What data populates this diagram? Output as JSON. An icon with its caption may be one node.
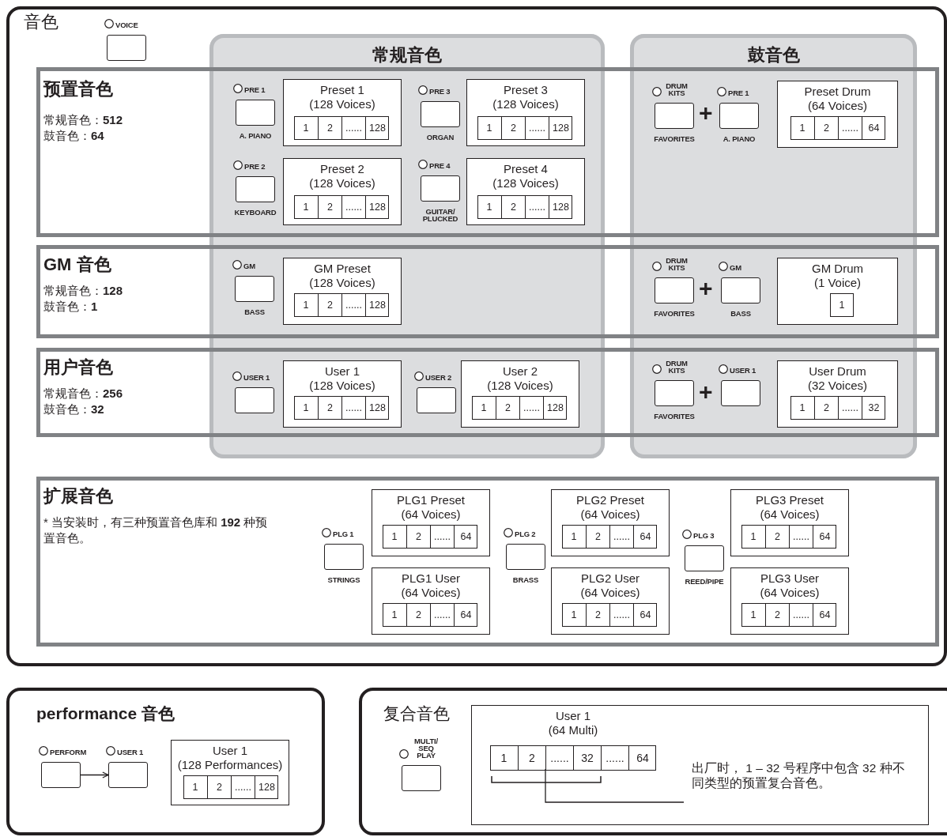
{
  "diagram": {
    "nodes": [
      {
        "text": [
          "音色"
        ]
      },
      {
        "text": [],
        "shape": "box",
        "in": 0,
        "beside": [
          "VOICE"
        ]
      },
      {
        "text": [
          "常规音色"
        ],
        "in": 0
      },
      {
        "text": [
          "鼓音色"
        ],
        "in": 0
      },
      {
        "text": [
          "预置音色",
          "常规音色：**512**",
          "鼓音色：**64**"
        ],
        "in": 0
      },
      {
        "text": [],
        "shape": "box"
      },
      {
        "text": [
          "Preset 1",
          "(128 Voices)"
        ]
      },
      {
        "text": [
          "1",
          "2",
          "......",
          "128"
        ],
        "in": 6
      },
      {
        "text": [],
        "shape": "box"
      },
      {
        "text": [
          "Preset 3",
          "(128 Voices)"
        ]
      },
      {
        "text": [
          "1",
          "2",
          "......",
          "128"
        ],
        "in": 9
      },
      {
        "text": [],
        "shape": "box"
      },
      {
        "text": [
          "Preset 2",
          "(128 Voices)"
        ]
      },
      {
        "text": [
          "1",
          "2",
          "......",
          "128"
        ],
        "in": 12
      },
      {
        "text": [],
        "shape": "box"
      },
      {
        "text": [
          "Preset 4",
          "(128 Voices)"
        ]
      },
      {
        "text": [
          "1",
          "2",
          "......",
          "128"
        ],
        "in": 15
      },
      {
        "text": [],
        "shape": "box"
      },
      {
        "text": [],
        "shape": "box"
      },
      {
        "text": [
          "Preset Drum",
          "(64 Voices)"
        ]
      },
      {
        "text": [
          "1",
          "2",
          "......",
          "64"
        ],
        "in": 19
      },
      {
        "text": [
          "GM 音色",
          "常规音色：**128**",
          "鼓音色：**1**"
        ],
        "in": 0
      },
      {
        "text": [],
        "shape": "box"
      },
      {
        "text": [
          "GM Preset",
          "(128 Voices)"
        ]
      },
      {
        "text": [
          "1",
          "2",
          "......",
          "128"
        ],
        "in": 23
      },
      {
        "text": [],
        "shape": "box"
      },
      {
        "text": [],
        "shape": "box"
      },
      {
        "text": [
          "GM Drum",
          "(1 Voice)"
        ]
      },
      {
        "text": [
          "1"
        ],
        "in": 27
      },
      {
        "text": [
          "用户音色",
          "常规音色：**256**",
          "鼓音色：**32**"
        ],
        "in": 0
      },
      {
        "text": [],
        "shape": "box"
      },
      {
        "text": [
          "User 1",
          "(128 Voices)"
        ]
      },
      {
        "text": [
          "1",
          "2",
          "......",
          "128"
        ],
        "in": 31
      },
      {
        "text": [],
        "shape": "box"
      },
      {
        "text": [
          "User 2",
          "(128 Voices)"
        ]
      },
      {
        "text": [
          "1",
          "2",
          "......",
          "128"
        ],
        "in": 34
      },
      {
        "text": [],
        "shape": "box"
      },
      {
        "text": [],
        "shape": "box"
      },
      {
        "text": [
          "User Drum",
          "(32 Voices)"
        ]
      },
      {
        "text": [
          "1",
          "2",
          "......",
          "32"
        ],
        "in": 38
      },
      {
        "text": [
          "扩展音色",
          "* 当安装时，有三种预置音色库和 **192** 种预置音色。"
        ],
        "in": 0
      },
      {
        "text": [],
        "shape": "box",
        "in": 40,
        "beside": [
          "PLG 1",
          "STRINGS"
        ]
      },
      {
        "text": [
          "PLG1 Preset",
          "(64 Voices)"
        ],
        "in": 40
      },
      {
        "text": [
          "1",
          "2",
          "......",
          "64"
        ],
        "in": 42
      },
      {
        "text": [
          "PLG1 User",
          "(64 Voices)"
        ],
        "in": 40
      },
      {
        "text": [
          "1",
          "2",
          "......",
          "64"
        ],
        "in": 44
      },
      {
        "text": [],
        "shape": "box",
        "in": 40,
        "beside": [
          "PLG 2",
          "BRASS"
        ]
      },
      {
        "text": [
          "PLG2 Preset",
          "(64 Voices)"
        ],
        "in": 40
      },
      {
        "text": [
          "1",
          "2",
          "......",
          "64"
        ],
        "in": 47
      },
      {
        "text": [
          "PLG2 User",
          "(64 Voices)"
        ],
        "in": 40
      },
      {
        "text": [
          "1",
          "2",
          "......",
          "64"
        ],
        "in": 49
      },
      {
        "text": [],
        "shape": "box",
        "in": 40,
        "beside": [
          "PLG 3",
          "REED/PIPE"
        ]
      },
      {
        "text": [
          "PLG3 Preset",
          "(64 Voices)"
        ],
        "in": 40
      },
      {
        "text": [
          "1",
          "2",
          "......",
          "64"
        ],
        "in": 52
      },
      {
        "text": [
          "PLG3 User",
          "(64 Voices)"
        ],
        "in": 40
      },
      {
        "text": [
          "1",
          "2",
          "......",
          "64"
        ],
        "in": 54
      },
      {
        "text": [
          "performance 音色"
        ]
      },
      {
        "text": [],
        "shape": "box",
        "in": 56,
        "beside": [
          "PERFORM"
        ]
      },
      {
        "text": [],
        "shape": "box",
        "in": 56,
        "beside": [
          "USER 1"
        ]
      },
      {
        "text": [
          "User 1",
          "(128 Performances)"
        ],
        "in": 56
      },
      {
        "text": [
          "1",
          "2",
          "......",
          "128"
        ],
        "in": 59
      },
      {
        "text": [
          "复合音色"
        ]
      },
      {
        "text": [],
        "shape": "box",
        "in": 61,
        "beside": [
          "MULTI/ SEQ PLAY"
        ]
      },
      {
        "text": [
          "User 1",
          "(64 Multi)"
        ],
        "in": 61
      },
      {
        "text": [
          "1",
          "2",
          "......",
          "32",
          "......",
          "64"
        ],
        "in": 63
      },
      {
        "text": [
          "出厂时， 1 – 32 号程序中包含 32 种不同类型的预置复合音色。"
        ],
        "in": 63
      }
    ],
    "edges": [
      {
        "from": 57,
        "to": 58,
        "arrow": "to"
      },
      {
        "from": 65,
        "to": 64,
        "arrow": "none"
      }
    ],
    "labels": [
      "DRUM KITS",
      "PRE 1",
      "PRE 1",
      "PRE 3",
      "+",
      "A. PIANO",
      "ORGAN",
      "FAVORITES",
      "A. PIANO",
      "PRE 2",
      "PRE 4",
      "KEYBOARD",
      "GUITAR/ PLUCKED",
      "GM",
      "DRUM KITS",
      "GM",
      "+",
      "BASS",
      "FAVORITES",
      "BASS",
      "USER 1",
      "USER 2",
      "DRUM KITS",
      "USER 1",
      "+",
      "FAVORITES"
    ]
  }
}
